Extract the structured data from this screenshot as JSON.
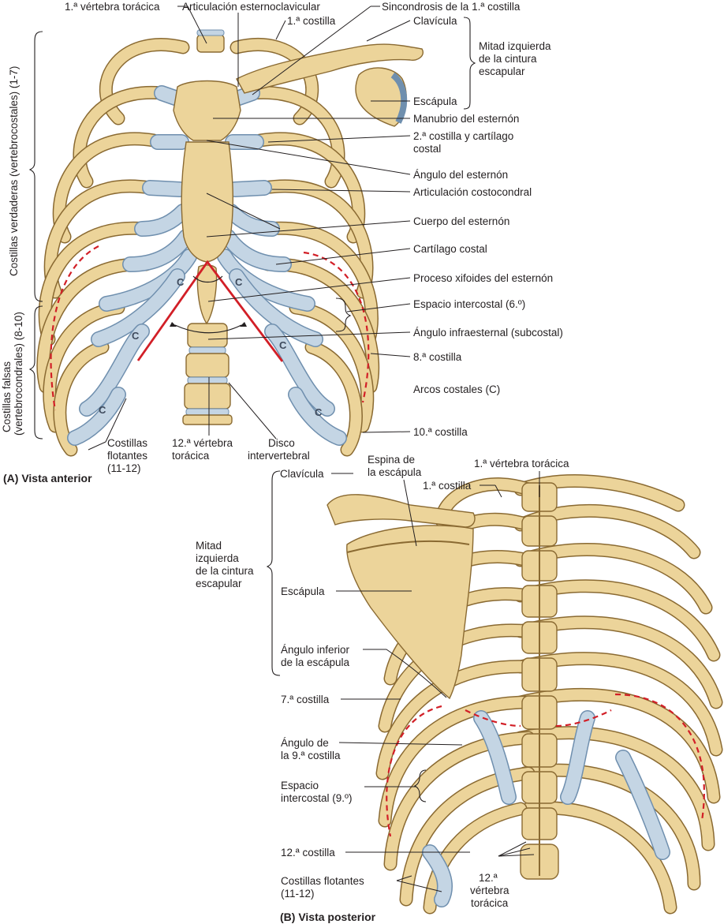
{
  "anterior": {
    "caption": "(A) Vista anterior",
    "labels": {
      "vert1": "1.ª vértebra torácica",
      "sternoclav": "Articulación esternoclavicular",
      "synchondrosis": "Sincondrosis de la 1.ª costilla",
      "rib1": "1.ª costilla",
      "clavicle": "Clavícula",
      "half_girdle_1": "Mitad izquierda",
      "half_girdle_2": "de la cintura",
      "half_girdle_3": "escapular",
      "scapula": "Escápula",
      "manubrium": "Manubrio del esternón",
      "rib2_1": "2.ª costilla y cartílago",
      "rib2_2": "costal",
      "sternal_angle": "Ángulo del esternón",
      "costochondral": "Articulación costocondral",
      "sternum_body": "Cuerpo del esternón",
      "costal_cartilage": "Cartílago costal",
      "xiphoid": "Proceso xifoides del esternón",
      "intercostal": "Espacio intercostal (6.º)",
      "infrasternal": "Ángulo infraesternal (subcostal)",
      "rib8": "8.ª costilla",
      "costal_arches": "Arcos costales (C)",
      "rib10": "10.ª costilla",
      "intervertebral_1": "Disco",
      "intervertebral_2": "intervertebral",
      "vert12_1": "12.ª vértebra",
      "vert12_2": "torácica",
      "floating_1": "Costillas",
      "floating_2": "flotantes",
      "floating_3": "(11-12)",
      "true_ribs": "Costillas verdaderas (vertebrocostales) (1-7)",
      "false_ribs_1": "Costillas falsas",
      "false_ribs_2": "(vertebrocondrales) (8-10)",
      "c_tag": "C"
    }
  },
  "posterior": {
    "caption": "(B) Vista posterior",
    "labels": {
      "spine_scap_1": "Espina de",
      "spine_scap_2": "la escápula",
      "vert1": "1.ª vértebra torácica",
      "clavicle": "Clavícula",
      "rib1": "1.ª costilla",
      "half_girdle_1": "Mitad",
      "half_girdle_2": "izquierda",
      "half_girdle_3": "de la cintura",
      "half_girdle_4": "escapular",
      "scapula": "Escápula",
      "inf_angle_1": "Ángulo inferior",
      "inf_angle_2": "de la escápula",
      "rib7": "7.ª costilla",
      "angle9_1": "Ángulo de",
      "angle9_2": "la 9.ª costilla",
      "intercostal_1": "Espacio",
      "intercostal_2": "intercostal (9.º)",
      "rib12": "12.ª costilla",
      "floating_1": "Costillas flotantes",
      "floating_2": "(11-12)",
      "vert12_1": "12.ª",
      "vert12_2": "vértebra",
      "vert12_3": "torácica"
    }
  }
}
